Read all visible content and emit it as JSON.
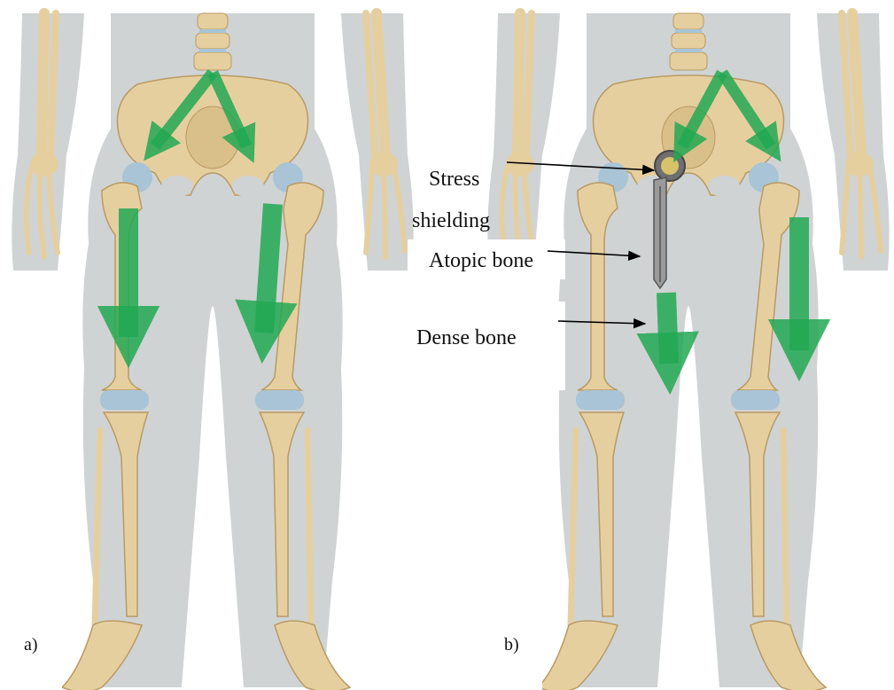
{
  "panels": [
    {
      "id": "a",
      "label": "a)"
    },
    {
      "id": "b",
      "label": "b)"
    }
  ],
  "annotations": {
    "stress_line1": "Stress",
    "stress_line2": "shielding",
    "atopic": "Atopic bone",
    "dense": "Dense bone"
  },
  "colors": {
    "background": "#ffffff",
    "body_silhouette": "#cfd3d4",
    "bone": "#e6cf9f",
    "bone_outline": "#b99a63",
    "cartilage": "#a8c4d6",
    "load_arrow": "#22a852",
    "implant": "#8e8e8e"
  },
  "icons": [
    "skeleton-lower-body",
    "hip-implant",
    "load-arrow",
    "pointer-arrow"
  ]
}
